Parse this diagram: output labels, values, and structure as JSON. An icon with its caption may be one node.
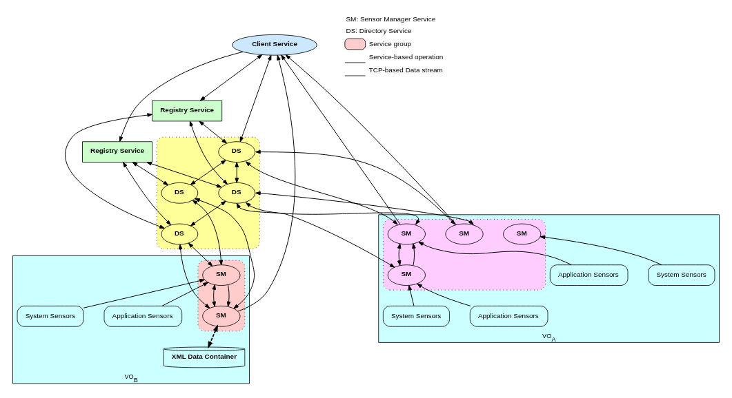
{
  "diagram": {
    "nodes": [
      {
        "text": [
          "Client Service"
        ]
      },
      {
        "text": [
          "Registry Service"
        ]
      },
      {
        "text": [
          "Registry Service"
        ]
      },
      {
        "text": [
          "VO$_{A}$"
        ]
      },
      {
        "text": [
          "VO$_{B}$"
        ]
      },
      {
        "text": [],
        "shape": "ellipse"
      },
      {
        "text": [
          "DS"
        ],
        "in": 5
      },
      {
        "text": [
          "DS"
        ],
        "in": 5
      },
      {
        "text": [
          "DS"
        ],
        "in": 5
      },
      {
        "text": [
          "DS"
        ],
        "in": 5
      },
      {
        "text": [],
        "shape": "ellipse",
        "in": 3
      },
      {
        "text": [
          "SM"
        ],
        "in": 10
      },
      {
        "text": [
          "SM"
        ],
        "in": 10
      },
      {
        "text": [
          "SM"
        ],
        "in": 10
      },
      {
        "text": [
          "SM"
        ],
        "in": 10
      },
      {
        "text": [
          "Application Sensors"
        ],
        "in": 3
      },
      {
        "text": [
          "System Sensors"
        ],
        "in": 3
      },
      {
        "text": [
          "Application Sensors"
        ],
        "in": 3
      },
      {
        "text": [
          "System Sensors"
        ],
        "in": 3
      },
      {
        "text": [],
        "shape": "ellipse",
        "in": 4
      },
      {
        "text": [
          "SM"
        ],
        "in": 19
      },
      {
        "text": [
          "SM"
        ],
        "in": 19
      },
      {
        "text": [
          "Application Sensors"
        ],
        "in": 4
      },
      {
        "text": [
          "System Sensors"
        ],
        "in": 4
      },
      {
        "text": [
          "XML Data Container"
        ],
        "in": 4
      }
    ],
    "edges": [
      {
        "from": 11,
        "to": 0,
        "arrow": "to"
      },
      {
        "from": 12,
        "to": 0,
        "arrow": "to"
      },
      {
        "from": 21,
        "to": 0,
        "arrow": "to"
      },
      {
        "from": 0,
        "to": 6,
        "arrow": "both"
      },
      {
        "from": 0,
        "to": 1,
        "arrow": "both"
      },
      {
        "from": 0,
        "to": 2,
        "arrow": "to"
      },
      {
        "from": 1,
        "to": 6,
        "arrow": "both"
      },
      {
        "from": 1,
        "to": 7,
        "arrow": "both"
      },
      {
        "from": 1,
        "to": 8,
        "arrow": "both"
      },
      {
        "from": 2,
        "to": 7,
        "arrow": "both"
      },
      {
        "from": 2,
        "to": 8,
        "arrow": "both"
      },
      {
        "from": 2,
        "to": 9,
        "arrow": "both"
      },
      {
        "from": 6,
        "to": 7,
        "arrow": "both"
      },
      {
        "from": 6,
        "to": 9,
        "arrow": "both"
      },
      {
        "from": 7,
        "to": 8,
        "arrow": "both"
      },
      {
        "from": 6,
        "to": 11,
        "arrow": "both"
      },
      {
        "from": 6,
        "to": 12,
        "arrow": "both"
      },
      {
        "from": 7,
        "to": 11,
        "arrow": "both"
      },
      {
        "from": 7,
        "to": 12,
        "arrow": "both"
      },
      {
        "from": 7,
        "to": 13,
        "arrow": "both"
      },
      {
        "from": 12,
        "to": 13,
        "arrow": "both"
      },
      {
        "from": 13,
        "to": 12,
        "arrow": "to"
      },
      {
        "from": 15,
        "to": 12,
        "arrow": "to"
      },
      {
        "from": 16,
        "to": 14,
        "arrow": "to"
      },
      {
        "from": 17,
        "to": 13,
        "arrow": "to"
      },
      {
        "from": 18,
        "to": 13,
        "arrow": "to"
      },
      {
        "from": 8,
        "to": 20,
        "arrow": "both"
      },
      {
        "from": 8,
        "to": 21,
        "arrow": "both"
      },
      {
        "from": 9,
        "to": 20,
        "arrow": "both"
      },
      {
        "from": 9,
        "to": 21,
        "arrow": "both"
      },
      {
        "from": 20,
        "to": 21,
        "arrow": "both"
      },
      {
        "from": 20,
        "to": 21,
        "arrow": "to"
      },
      {
        "from": 22,
        "to": 20,
        "arrow": "to"
      },
      {
        "from": 23,
        "to": 20,
        "arrow": "to"
      },
      {
        "from": 21,
        "to": 24,
        "arrow": "both",
        "style": "dashed"
      }
    ],
    "labels": [
      "SM: Sensor Manager Service",
      "DS: Directory Service"
    ],
    "legend": [
      {
        "text": "Service group",
        "color": "#ffcccc"
      },
      {
        "text": "Service-based operation"
      },
      {
        "text": "TCP-based Data stream"
      }
    ]
  }
}
